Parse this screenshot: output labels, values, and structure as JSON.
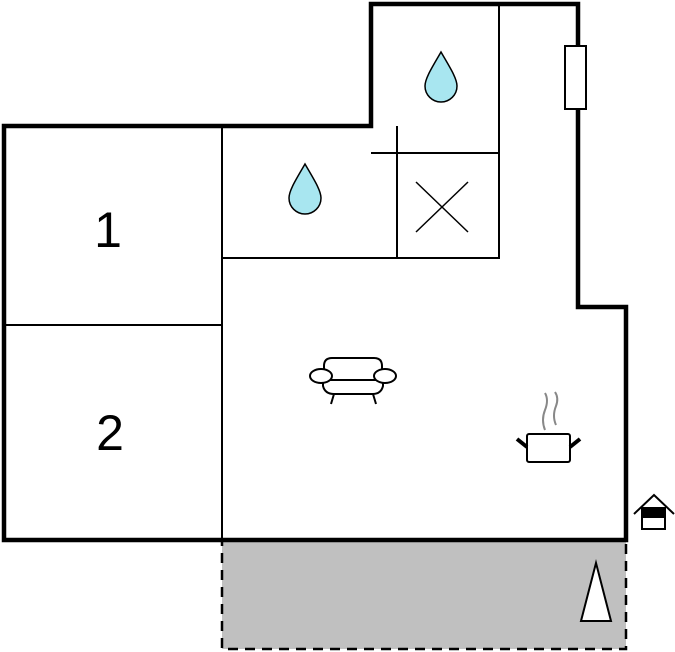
{
  "floorplan": {
    "rooms": [
      {
        "id": "bedroom-1",
        "label": "1"
      },
      {
        "id": "bedroom-2",
        "label": "2"
      }
    ],
    "icons": [
      "water-drop-icon",
      "water-drop-icon",
      "toilet-cross-icon",
      "sofa-icon",
      "cooking-pot-icon",
      "entrance-house-icon",
      "window-icon",
      "north-arrow-icon"
    ],
    "colors": {
      "wall": "#000000",
      "terrace": "#c0c0c0",
      "water": "#a8e6f0"
    }
  }
}
